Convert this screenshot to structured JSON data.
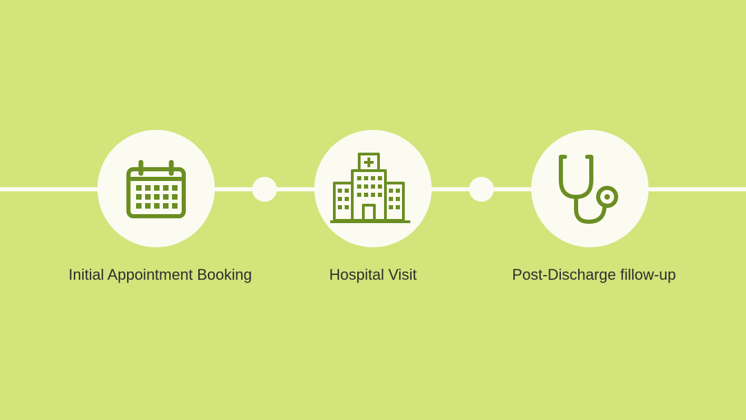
{
  "colors": {
    "background": "#d3e47a",
    "line": "#fbfbf2",
    "circle": "#fbfbf2",
    "icon": "#6b8e23",
    "label_text": "#2b2f2e"
  },
  "steps": [
    {
      "icon": "calendar-icon",
      "label": "Initial Appointment Booking"
    },
    {
      "icon": "hospital-icon",
      "label": "Hospital Visit"
    },
    {
      "icon": "stethoscope-icon",
      "label": "Post-Discharge fillow-up"
    }
  ]
}
